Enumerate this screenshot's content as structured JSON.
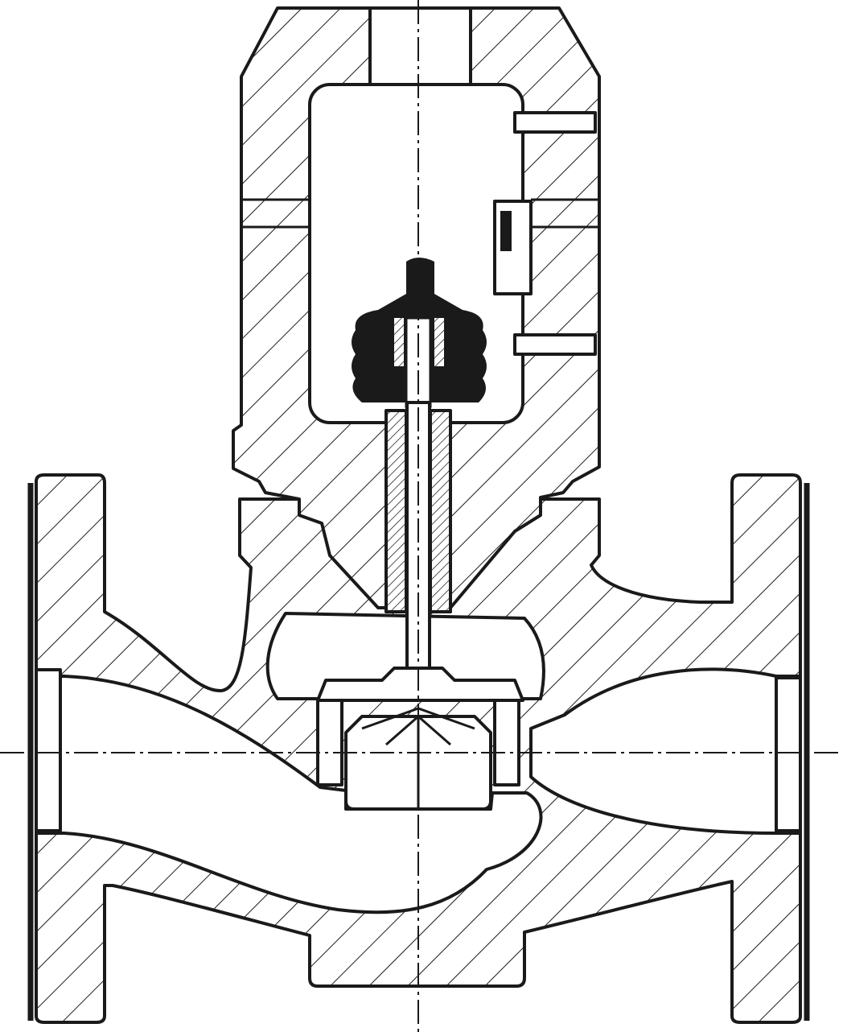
{
  "drawing": {
    "subject": "valve-cross-section",
    "colors": {
      "line": "#1a1a1a",
      "background": "#ffffff",
      "hatch": "#1a1a1a",
      "solid_part": "#1a1a1a"
    },
    "icons": [
      "valve-body",
      "bonnet",
      "actuator-bellows",
      "valve-stem",
      "valve-plug",
      "flange-left",
      "flange-right",
      "centerline-vertical",
      "centerline-horizontal"
    ]
  }
}
